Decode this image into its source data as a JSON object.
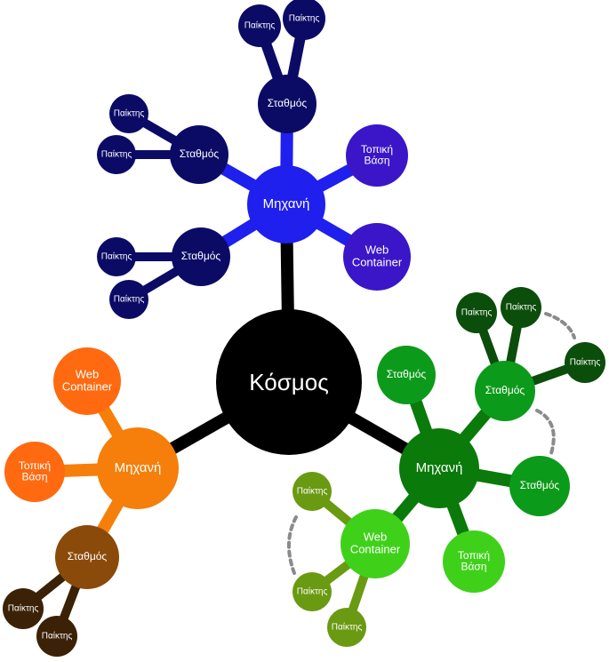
{
  "root": {
    "id": "world",
    "label": "Κόσμος",
    "color": "#000000"
  },
  "labels": {
    "machine": "Μηχανή",
    "station": "Σταθμός",
    "player": "Παίκτης",
    "local_db_line1": "Τοπική",
    "local_db_line2": "Βάση",
    "web_line1": "Web",
    "web_line2": "Container"
  },
  "branches": [
    {
      "id": "blue",
      "color_dark": "#0b0b66",
      "color_main": "#1f1fee",
      "color_accent": "#3a16c8",
      "children": [
        "machine",
        "station",
        "station",
        "station",
        "local_db",
        "web_container"
      ]
    },
    {
      "id": "orange",
      "color_main": "#f57f0a",
      "color_light": "#ff6a10",
      "color_brown": "#8a4a0a",
      "color_dark": "#3b2106",
      "children": [
        "machine",
        "web_container",
        "local_db",
        "station"
      ]
    },
    {
      "id": "green",
      "color_main": "#0a7a0a",
      "color_mid": "#0c9a1a",
      "color_dark": "#0b4d0b",
      "color_light": "#3fd11a",
      "color_olive": "#6a9a12",
      "children": [
        "machine",
        "station",
        "station",
        "station",
        "local_db",
        "web_container"
      ]
    }
  ]
}
